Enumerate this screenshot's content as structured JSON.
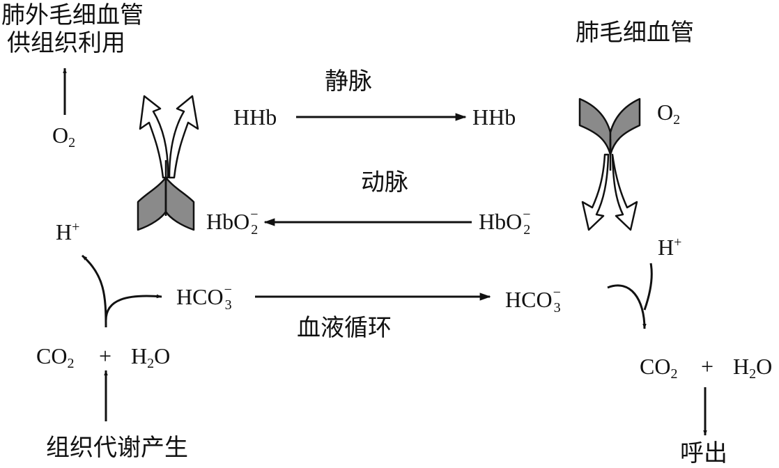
{
  "labels": {
    "peripheral_capillary_line1": "肺外毛细血管",
    "peripheral_capillary_line2": "供组织利用",
    "lung_capillary": "肺毛细血管",
    "vein": "静脉",
    "artery": "动脉",
    "blood_circulation": "血液循环",
    "tissue_metabolism": "组织代谢产生",
    "exhale": "呼出",
    "plus": "+"
  },
  "formulas": {
    "o2_base": "O",
    "o2_sub": "2",
    "hhb": "HHb",
    "hbo2_base": "HbO",
    "hbo2_sub": "2",
    "hbo2_sup": "−",
    "hplus_base": "H",
    "hplus_sup": "+",
    "hco3_base": "HCO",
    "hco3_sub": "3",
    "hco3_sup": "−",
    "co2_base": "CO",
    "co2_sub": "2",
    "h2o_h": "H",
    "h2o_sub": "2",
    "h2o_o": "O"
  },
  "colors": {
    "line": "#111111",
    "fill_shaded": "#8a8a8a",
    "fill_open": "#ffffff"
  }
}
